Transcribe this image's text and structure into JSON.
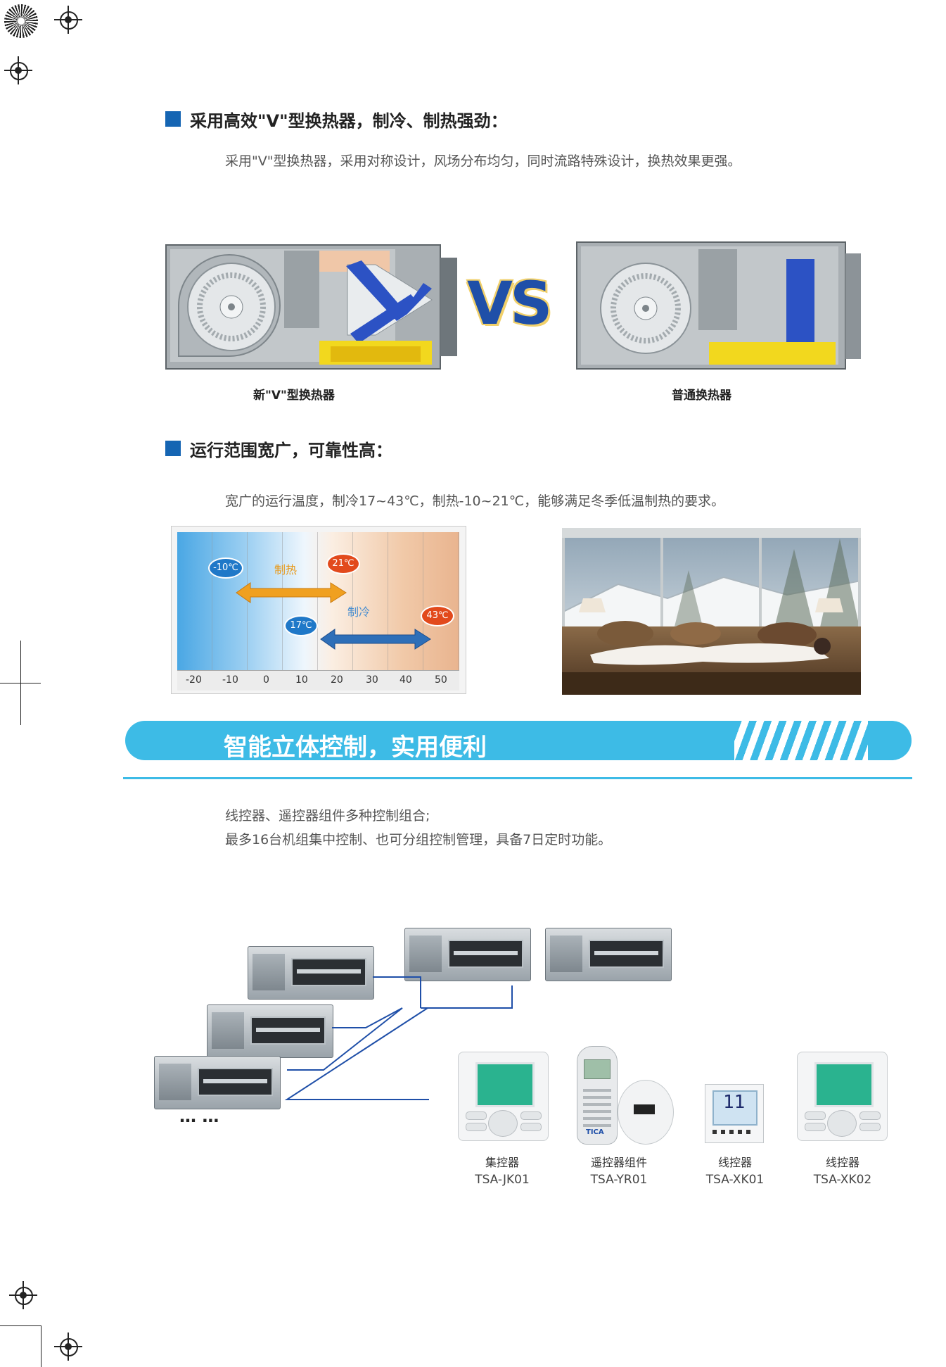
{
  "section1": {
    "title": "采用高效\"V\"型换热器，制冷、制热强劲：",
    "description": "采用\"V\"型换热器，采用对称设计，风场分布均匀，同时流路特殊设计，换热效果更强。",
    "vs_text": "VS",
    "left_caption": "新\"V\"型换热器",
    "right_caption": "普通换热器"
  },
  "section2": {
    "title": "运行范围宽广，可靠性高：",
    "description": "宽广的运行温度，制冷17~43℃，制热-10~21℃，能够满足冬季低温制热的要求。",
    "temperature_chart": {
      "heating_label": "制热",
      "cooling_label": "制冷",
      "heating_min": "-10℃",
      "heating_max": "21℃",
      "cooling_min": "17℃",
      "cooling_max": "43℃",
      "axis_ticks": [
        "-20",
        "-10",
        "0",
        "10",
        "20",
        "30",
        "40",
        "50"
      ]
    }
  },
  "banner": {
    "title": "智能立体控制，实用便利"
  },
  "section3": {
    "line1": "线控器、遥控器组件多种控制组合;",
    "line2": "最多16台机组集中控制、也可分组控制管理，具备7日定时功能。",
    "ellipsis": "… …",
    "controllers": [
      {
        "label": "集控器",
        "model": "TSA-JK01"
      },
      {
        "label": "遥控器组件",
        "model": "TSA-YR01"
      },
      {
        "label": "线控器",
        "model": "TSA-XK01"
      },
      {
        "label": "线控器",
        "model": "TSA-XK02"
      }
    ],
    "brand": "TICA",
    "lcd_display": "11"
  },
  "colors": {
    "accent_blue": "#1565b3",
    "banner_cyan": "#3dbbe6",
    "heating_orange": "#f0a020",
    "cooling_blue": "#2e6fb8",
    "coil_blue": "#2c52c4",
    "tray_yellow": "#f2d81e"
  }
}
